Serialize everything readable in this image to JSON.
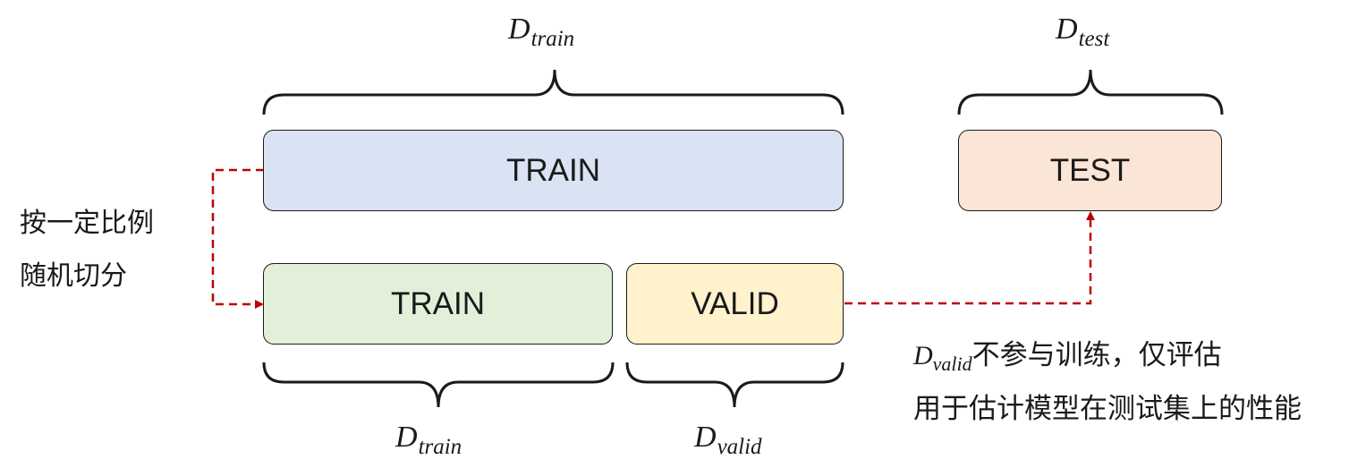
{
  "boxes": {
    "train_full": {
      "label": "TRAIN",
      "fill": "#dae3f3"
    },
    "test": {
      "label": "TEST",
      "fill": "#fbe5d6"
    },
    "train_split": {
      "label": "TRAIN",
      "fill": "#e2f0d9"
    },
    "valid": {
      "label": "VALID",
      "fill": "#fff2cc"
    }
  },
  "brace_labels": {
    "top_train": {
      "main": "D",
      "sub": "train"
    },
    "top_test": {
      "main": "D",
      "sub": "test"
    },
    "bottom_train": {
      "main": "D",
      "sub": "train"
    },
    "bottom_valid": {
      "main": "D",
      "sub": "valid"
    }
  },
  "split_note": {
    "line1": "按一定比例",
    "line2": "随机切分"
  },
  "valid_note": {
    "math_main": "D",
    "math_sub": "valid",
    "line1_rest": "不参与训练，仅评估",
    "line2": "用于估计模型在测试集上的性能"
  },
  "colors": {
    "arrow": "#c00000",
    "outline": "#1a1a1a"
  }
}
